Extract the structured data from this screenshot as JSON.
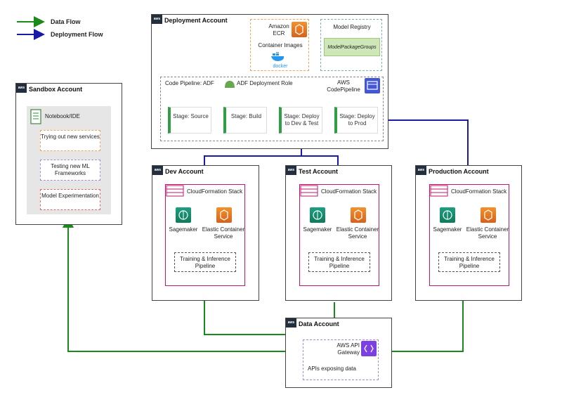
{
  "legend": {
    "data_flow": "Data Flow",
    "deployment_flow": "Deployment Flow"
  },
  "colors": {
    "data_flow": "#1a8a1a",
    "deployment_flow": "#1a1aa8",
    "stage_bar": "#2ea043",
    "cloudformation": "#c7136f",
    "sagemaker": "#1f9e80",
    "ecs": "#f5902a",
    "api_gateway": "#7b3fe4"
  },
  "deployment": {
    "title": "Deployment Account",
    "ecr_label": "Amazon ECR",
    "container_images": "Container Images",
    "docker": "docker",
    "model_registry": "Model Registry",
    "model_package_groups": "ModelPackageGroups",
    "pipeline_label": "Code Pipeline: ADF",
    "role_label": "ADF Deployment Role",
    "codepipeline_label": "AWS CodePipeline",
    "stages": [
      "Stage: Source",
      "Stage: Build",
      "Stage: Deploy to Dev & Test",
      "Stage: Deploy to Prod"
    ]
  },
  "sandbox": {
    "title": "Sandbox Account",
    "notebook": "Notebook/IDE",
    "items": [
      "Trying out new services",
      "Testing new ML Frameworks",
      "Model Experimentation"
    ]
  },
  "envs": [
    {
      "title": "Dev Account"
    },
    {
      "title": "Test Account"
    },
    {
      "title": "Production Account"
    }
  ],
  "env_common": {
    "stack": "CloudFormation Stack",
    "sagemaker": "Sagemaker",
    "ecs": "Elastic Container Service",
    "pipeline": "Training & Inference Pipeline"
  },
  "data_account": {
    "title": "Data Account",
    "api_gateway": "AWS API Gateway",
    "apis": "APIs exposing data"
  },
  "icons": {
    "aws": "aws-logo-icon",
    "ecr": "ecr-icon",
    "docker": "docker-whale-icon",
    "role": "role-helmet-icon",
    "codepipeline": "codepipeline-icon",
    "notebook": "notebook-icon",
    "cloudformation": "cloudformation-stack-icon",
    "sagemaker": "sagemaker-brain-icon",
    "ecs": "ecs-container-icon",
    "api_gateway": "api-gateway-icon"
  }
}
